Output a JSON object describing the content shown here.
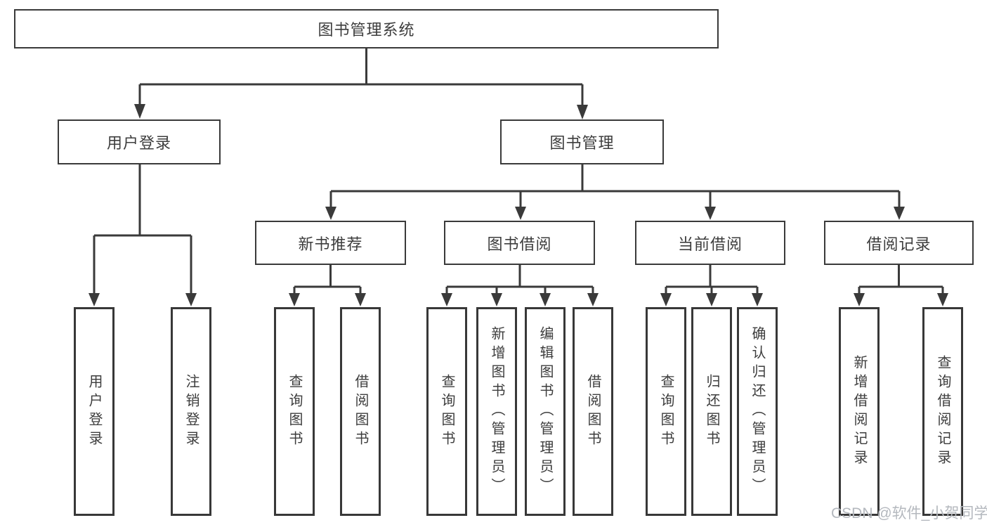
{
  "diagram": {
    "root": {
      "label": "图书管理系统"
    },
    "level2": [
      {
        "id": "user-login",
        "label": "用户登录"
      },
      {
        "id": "book-management",
        "label": "图书管理"
      }
    ],
    "level3": [
      {
        "id": "new-book-recommend",
        "label": "新书推荐"
      },
      {
        "id": "book-borrow",
        "label": "图书借阅"
      },
      {
        "id": "current-borrow",
        "label": "当前借阅"
      },
      {
        "id": "borrow-records",
        "label": "借阅记录"
      }
    ],
    "leaves": [
      {
        "label": "用户登录"
      },
      {
        "label": "注销登录"
      },
      {
        "label": "查询图书"
      },
      {
        "label": "借阅图书"
      },
      {
        "label": "查询图书"
      },
      {
        "label": "新增图书（管理员）"
      },
      {
        "label": "编辑图书（管理员）"
      },
      {
        "label": "借阅图书"
      },
      {
        "label": "查询图书"
      },
      {
        "label": "归还图书"
      },
      {
        "label": "确认归还（管理员）"
      },
      {
        "label": "新增借阅记录"
      },
      {
        "label": "查询借阅记录"
      }
    ],
    "watermark": "CSDN @软件_小贺同学"
  }
}
